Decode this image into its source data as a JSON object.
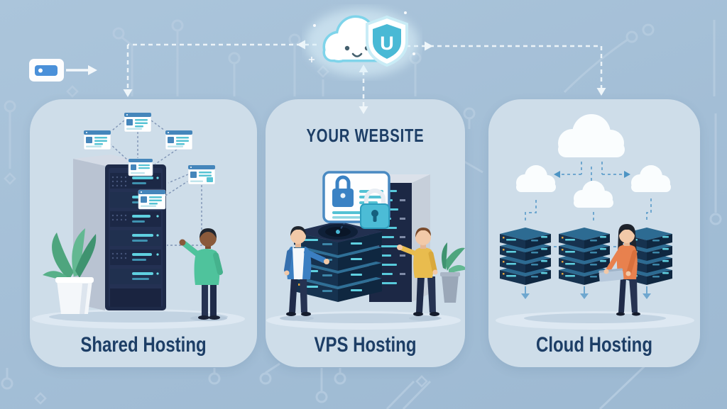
{
  "infographic": {
    "mascot": {
      "shield_letter": "U"
    },
    "panels": [
      {
        "id": "shared-hosting",
        "label": "Shared Hosting"
      },
      {
        "id": "vps-hosting",
        "heading": "YOUR WEBSITE",
        "label": "VPS Hosting"
      },
      {
        "id": "cloud-hosting",
        "label": "Cloud Hosting"
      }
    ],
    "colors": {
      "background": "#a5c0d7",
      "panel": "#cedde9",
      "heading_text": "#1d3e66",
      "accent_teal": "#49b9d5",
      "server_navy": "#1e2a48",
      "server_light_teal": "#5fd0e0",
      "connector": "#eff6fa",
      "person_green": "#4fc39c",
      "person_blue": "#3b7fc2",
      "person_yellow": "#e9bc4e",
      "person_orange": "#e8814e"
    }
  }
}
